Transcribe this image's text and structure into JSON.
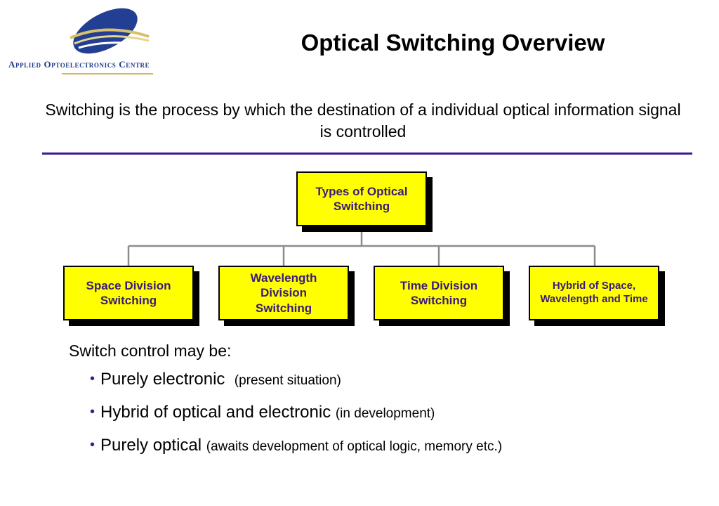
{
  "logo": {
    "text": "Applied Optoelectronics Centre",
    "colors": {
      "oval": "#233f93",
      "swoosh": "#d9c16b"
    }
  },
  "title": "Optical Switching Overview",
  "subtitle": "Switching is the process by which the destination of a individual optical information signal is controlled",
  "diagram": {
    "root": "Types of Optical Switching",
    "children": [
      "Space Division Switching",
      "Wavelength Division Switching",
      "Time Division Switching",
      "Hybrid of Space, Wavelength and Time"
    ],
    "colors": {
      "box_fill": "#ffff00",
      "box_text": "#3a1a7a",
      "connector": "#8c8c8c"
    }
  },
  "control": {
    "lead": "Switch control may be:",
    "items": [
      {
        "main": "Purely electronic",
        "note": "(present situation)"
      },
      {
        "main": "Hybrid of optical and electronic",
        "note": "(in development)"
      },
      {
        "main": "Purely optical",
        "note": "(awaits development of optical logic, memory etc.)"
      }
    ]
  },
  "colors": {
    "rule": "#3c1a8c",
    "bullet": "#3c1a8c"
  }
}
